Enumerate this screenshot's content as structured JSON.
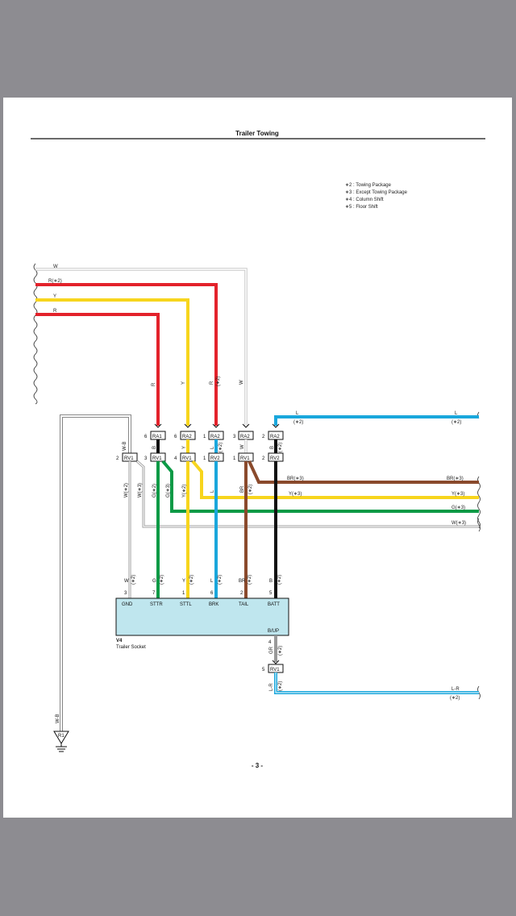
{
  "page": {
    "title": "Trailer Towing",
    "page_number": "- 3 -"
  },
  "legend": [
    "∗2 : Towing Package",
    "∗3 : Except Towing Package",
    "∗4 : Column Shift",
    "∗5 : Floor Shift"
  ],
  "colors": {
    "red": "#e3222b",
    "yellow": "#f7d51d",
    "blue": "#1aa7dc",
    "green": "#0c9a46",
    "brown": "#8a4a2c",
    "black": "#111111",
    "white_wire": "#c8c8c8",
    "socket_fill": "#bfe6ee"
  },
  "left_wires": {
    "w": "W",
    "r2": "R(∗2)",
    "y": "Y",
    "r": "R"
  },
  "vertical_labels": {
    "r": "R",
    "y": "Y",
    "r2": "R",
    "r2_star": "(∗2)",
    "w": "W",
    "wb_upper": "W-B",
    "wb_lower": "W-B",
    "w3": "W(∗3)",
    "w2": "W(∗2)",
    "b1": "B",
    "g3": "G(∗3)",
    "g2": "G(∗2)",
    "y2": "Y(∗2)",
    "l_a": "L",
    "l_star": "(∗2)",
    "b_a": "B",
    "y_a": "Y",
    "l_b": "L",
    "br_a": "BR",
    "br_star": "(∗2)",
    "w_b": "W",
    "b_b": "B",
    "b_star": "(∗2)",
    "gr": "GR",
    "gr_star": "(∗2)",
    "lr": "L-R",
    "lr_star": "(∗2)",
    "l_top": "L"
  },
  "right_wires": {
    "l_left": "L",
    "l_left_star": "(∗2)",
    "l_right": "L",
    "l_right_star": "(∗2)",
    "br3_left": "BR(∗3)",
    "br3_right": "BR(∗3)",
    "y3_left": "Y(∗3)",
    "y3_right": "Y(∗3)",
    "g3": "G(∗3)",
    "w3": "W(∗3)",
    "lr": "L-R",
    "lr_star": "(∗2)"
  },
  "connectors": {
    "ra1": {
      "pin": "6",
      "name": "RA1"
    },
    "ra2_a": {
      "pin": "6",
      "name": "RA2"
    },
    "ra2_b": {
      "pin": "1",
      "name": "RA2"
    },
    "ra2_c": {
      "pin": "3",
      "name": "RA2"
    },
    "ra2_d": {
      "pin": "2",
      "name": "RA2"
    },
    "rv1_a": {
      "pin": "2",
      "name": "RV1"
    },
    "rv1_b": {
      "pin": "3",
      "name": "RV1"
    },
    "rv1_c": {
      "pin": "4",
      "name": "RV1"
    },
    "rv2_a": {
      "pin": "1",
      "name": "RV2"
    },
    "rv1_d": {
      "pin": "1",
      "name": "RV1"
    },
    "rv2_b": {
      "pin": "2",
      "name": "RV2"
    },
    "rv1_e": {
      "pin": "5",
      "name": "RV1"
    },
    "r1": {
      "name": "R1"
    }
  },
  "socket": {
    "id": "V4",
    "name": "Trailer Socket",
    "terminals": [
      {
        "label": "GND",
        "pin": "3",
        "wire": "W",
        "wire_star": "(∗2)"
      },
      {
        "label": "STTR",
        "pin": "7",
        "wire": "G",
        "wire_star": "(∗2)"
      },
      {
        "label": "STTL",
        "pin": "1",
        "wire": "Y",
        "wire_star": "(∗2)"
      },
      {
        "label": "BRK",
        "pin": "6",
        "wire": "L",
        "wire_star": "(∗2)"
      },
      {
        "label": "TAIL",
        "pin": "2",
        "wire": "BR",
        "wire_star": "(∗2)"
      },
      {
        "label": "BATT",
        "pin": "5",
        "wire": "B",
        "wire_star": "(∗2)"
      }
    ],
    "bup_label": "B/UP",
    "bup_pin": "4"
  }
}
